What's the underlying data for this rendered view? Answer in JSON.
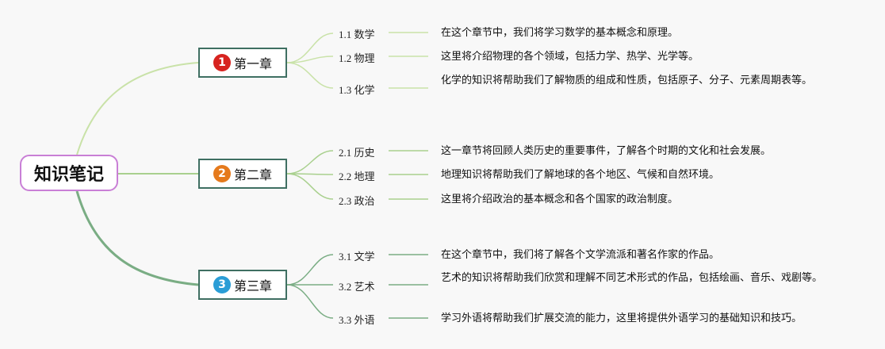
{
  "root": {
    "label": "知识笔记"
  },
  "colors": {
    "root_border": "#c97fd6",
    "chapter_border": "#3f6f62",
    "branch_1": "#c9e2a8",
    "branch_2": "#a9d08e",
    "branch_3": "#7aad84",
    "badge_1": "#d7231f",
    "badge_2": "#e57a1c",
    "badge_3": "#2a9dd6"
  },
  "chapters": [
    {
      "number": "1",
      "label": "第一章",
      "topics": [
        {
          "label": "1.1 数学",
          "desc": "在这个章节中，我们将学习数学的基本概念和原理。"
        },
        {
          "label": "1.2 物理",
          "desc": "这里将介绍物理的各个领域，包括力学、热学、光学等。"
        },
        {
          "label": "1.3 化学",
          "desc": "化学的知识将帮助我们了解物质的组成和性质，包括原子、分子、元素周期表等。"
        }
      ]
    },
    {
      "number": "2",
      "label": "第二章",
      "topics": [
        {
          "label": "2.1 历史",
          "desc": "这一章节将回顾人类历史的重要事件，了解各个时期的文化和社会发展。"
        },
        {
          "label": "2.2 地理",
          "desc": "地理知识将帮助我们了解地球的各个地区、气候和自然环境。"
        },
        {
          "label": "2.3 政治",
          "desc": "这里将介绍政治的基本概念和各个国家的政治制度。"
        }
      ]
    },
    {
      "number": "3",
      "label": "第三章",
      "topics": [
        {
          "label": "3.1 文学",
          "desc": "在这个章节中，我们将了解各个文学流派和著名作家的作品。"
        },
        {
          "label": "3.2 艺术",
          "desc": "艺术的知识将帮助我们欣赏和理解不同艺术形式的作品，包括绘画、音乐、戏剧等。"
        },
        {
          "label": "3.3 外语",
          "desc": "学习外语将帮助我们扩展交流的能力，这里将提供外语学习的基础知识和技巧。"
        }
      ]
    }
  ]
}
